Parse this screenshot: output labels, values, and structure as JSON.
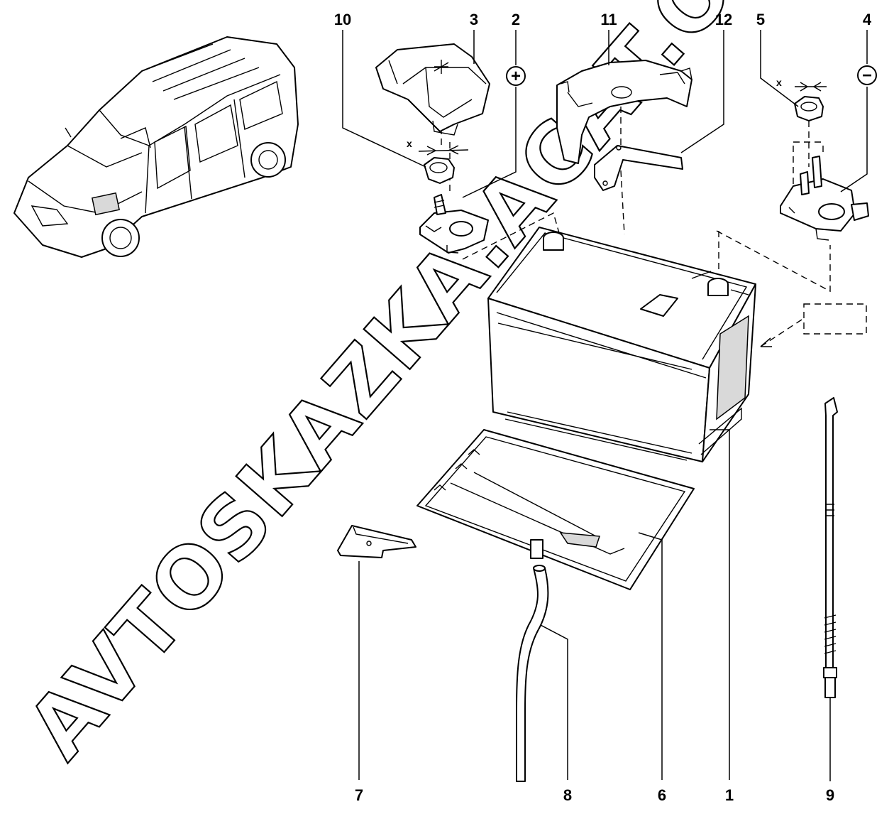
{
  "callouts": {
    "c1": "1",
    "c2": "2",
    "c3": "3",
    "c4": "4",
    "c5": "5",
    "c6": "6",
    "c7": "7",
    "c8": "8",
    "c9": "9",
    "c10": "10",
    "c11": "11",
    "c12": "12"
  },
  "polarity": {
    "positive": "+",
    "negative": "−"
  },
  "dimension_mark": "x",
  "watermark": "AVTOSKAZKA.ACAT.ONLINE"
}
